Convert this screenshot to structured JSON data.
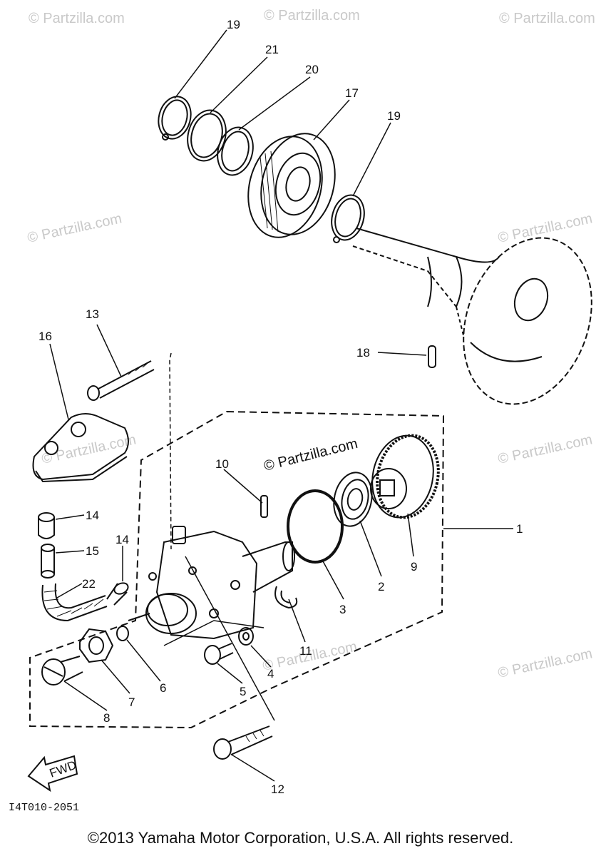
{
  "diagram": {
    "drawing_code": "I4T010-2051",
    "copyright": "©2013 Yamaha Motor Corporation, U.S.A. All rights reserved.",
    "fwd_label": "FWD",
    "watermark_main": "© Partzilla.com",
    "watermark_faint": "© Partzilla.com",
    "callouts": {
      "p1": "1",
      "p2": "2",
      "p3": "3",
      "p4": "4",
      "p5": "5",
      "p6": "6",
      "p7": "7",
      "p8": "8",
      "p9": "9",
      "p10": "10",
      "p11": "11",
      "p12": "12",
      "p13": "13",
      "p14a": "14",
      "p14b": "14",
      "p15": "15",
      "p16": "16",
      "p17": "17",
      "p18": "18",
      "p19a": "19",
      "p19b": "19",
      "p20": "20",
      "p21": "21",
      "p22": "22"
    }
  }
}
